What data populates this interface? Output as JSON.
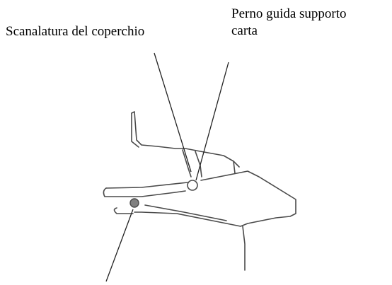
{
  "labels": {
    "cover_slot": "Scanalatura del coperchio",
    "guide_pin_line1": "Perno guida supporto",
    "guide_pin_line2": "carta"
  },
  "colors": {
    "outline": "#4a4a4a",
    "leader": "#222222",
    "pin_fill": "#808080",
    "background": "#ffffff"
  }
}
